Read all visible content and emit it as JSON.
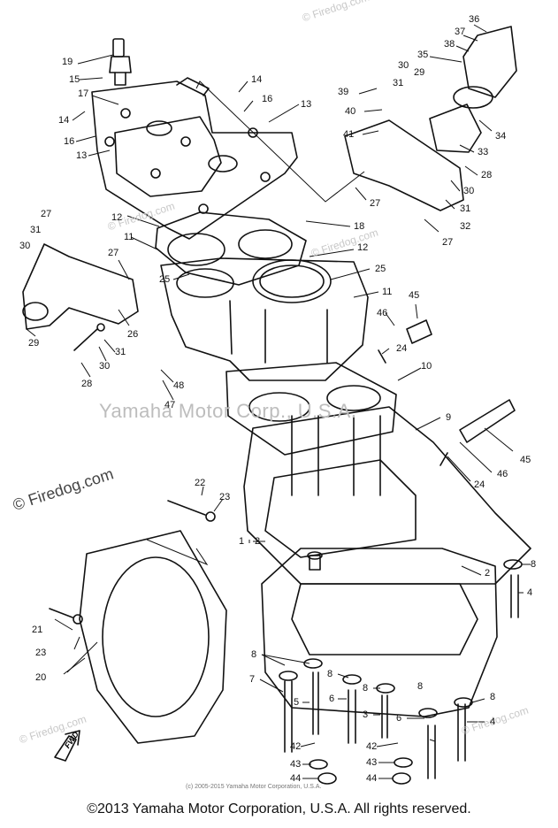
{
  "watermarks": {
    "center": "Yamaha Motor Corp., U.S.A.",
    "firedog": "© Firedog.com",
    "firedog_faint": "© Firedog.com"
  },
  "labels": {
    "fwd": "FWD",
    "copyright_small": "(c) 2005-2015 Yamaha Motor Corporation, U.S.A.",
    "copyright": "©2013 Yamaha Motor Corporation, U.S.A. All rights reserved."
  },
  "callouts": [
    "19",
    "15",
    "17",
    "14",
    "16",
    "13",
    "14",
    "16",
    "13",
    "36",
    "37",
    "38",
    "35",
    "30",
    "29",
    "39",
    "31",
    "40",
    "41",
    "34",
    "33",
    "28",
    "30",
    "31",
    "27",
    "32",
    "27",
    "18",
    "12",
    "27",
    "31",
    "30",
    "11",
    "12",
    "27",
    "25",
    "25",
    "11",
    "29",
    "26",
    "45",
    "46",
    "24",
    "30",
    "31",
    "28",
    "48",
    "47",
    "10",
    "9",
    "46",
    "45",
    "24",
    "22",
    "23",
    "1",
    "2",
    "2",
    "8",
    "4",
    "21",
    "23",
    "20",
    "8",
    "8",
    "8",
    "7",
    "5",
    "6",
    "6",
    "3",
    "8",
    "8",
    "4",
    "42",
    "42",
    "43",
    "43",
    "44",
    "44"
  ]
}
